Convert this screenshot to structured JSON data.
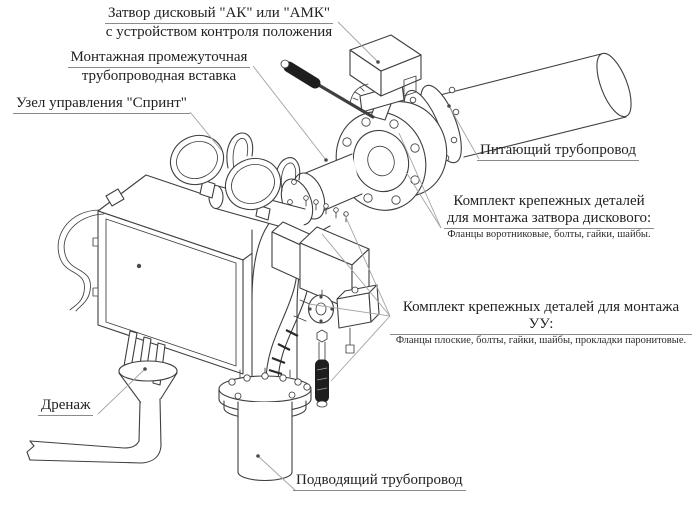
{
  "labels": {
    "disc_valve": {
      "line1": "Затвор дисковый \"АК\" или \"АМК\"",
      "line2": "с устройством контроля положения"
    },
    "spool": {
      "line1": "Монтажная промежуточная",
      "line2": "трубопроводная вставка"
    },
    "control_unit": {
      "text": "Узел управления \"Спринт\""
    },
    "supply_pipe": {
      "text": "Питающий трубопровод"
    },
    "disc_valve_kit": {
      "line1": "Комплект крепежных деталей",
      "line2": "для монтажа затвора дискового:",
      "line3": "Фланцы воротниковые, болты, гайки, шайбы."
    },
    "uu_kit": {
      "line1": "Комплект крепежных деталей для монтажа УУ:",
      "line2": "Фланцы плоские, болты, гайки, шайбы, прокладки паронитовые."
    },
    "drain": {
      "text": "Дренаж"
    },
    "inlet_pipe": {
      "text": "Подводящий трубопровод"
    }
  },
  "colors": {
    "background": "#ffffff",
    "line_art": "#3f3f3f",
    "leader_line": "#a3a3a3",
    "text": "#222222",
    "grip_fill": "#1e1e1e"
  }
}
